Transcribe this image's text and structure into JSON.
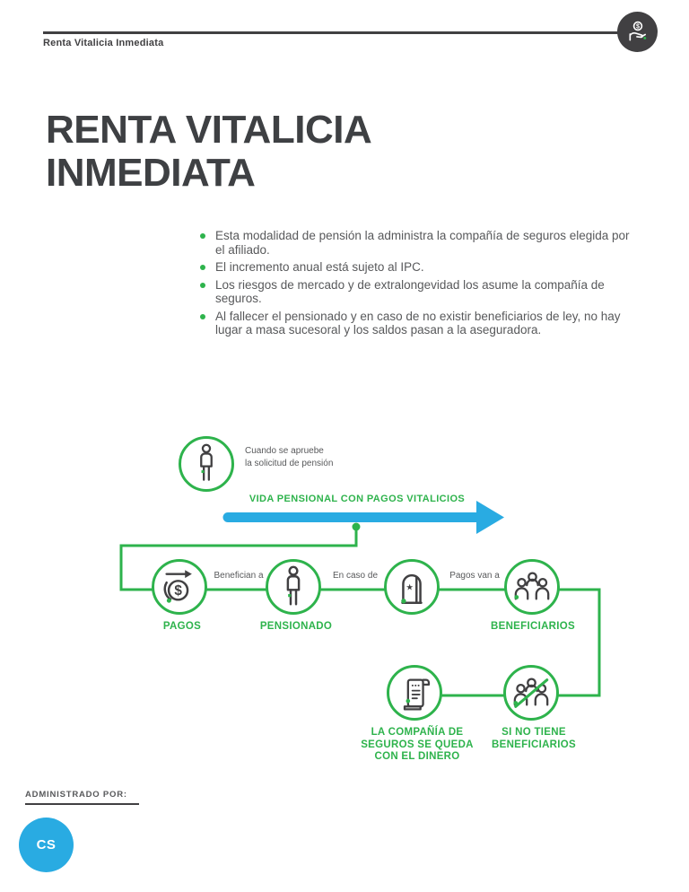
{
  "header": {
    "breadcrumb": "Renta Vitalicia Inmediata",
    "corner_icon": "hand-coin-icon"
  },
  "title": "RENTA VITALICIA\nINMEDIATA",
  "bullets": [
    "Esta modalidad de pensión la administra la compañía de seguros elegida por el afiliado.",
    "El incremento anual está sujeto al IPC.",
    "Los riesgos de mercado y de extralongevidad los asume la compañía de seguros.",
    "Al fallecer el pensionado y en caso de no existir beneficiarios de ley, no hay lugar a masa sucesoral y los saldos pasan a la aseguradora."
  ],
  "diagram": {
    "intro": {
      "icon": "person-icon",
      "caption": "Cuando se apruebe\nla solicitud de pensión"
    },
    "timeline_label": "VIDA PENSIONAL CON PAGOS VITALICIOS",
    "connector_labels": [
      "Benefician a",
      "En caso de",
      "Pagos van a"
    ],
    "nodes": [
      {
        "id": "pagos",
        "icon": "coin-arrow-icon",
        "label": "PAGOS"
      },
      {
        "id": "pensionado",
        "icon": "person-icon",
        "label": "PENSIONADO"
      },
      {
        "id": "fallecimiento",
        "icon": "tombstone-icon"
      },
      {
        "id": "beneficiarios",
        "icon": "people-icon",
        "label": "BENEFICIARIOS"
      },
      {
        "id": "compania-seguros",
        "icon": "scroll-icon",
        "label": "LA COMPAÑÍA DE\nSEGUROS SE QUEDA\nCON EL DINERO"
      },
      {
        "id": "sin-beneficiarios",
        "icon": "people-crossed-icon",
        "label": "SI NO TIENE\nBENEFICIARIOS"
      }
    ]
  },
  "footer": {
    "administered_label": "ADMINISTRADO POR:",
    "logo_text": "CS"
  },
  "colors": {
    "green": "#2eb34c",
    "blue": "#29abe2",
    "dark": "#414042",
    "gray": "#58595b"
  }
}
